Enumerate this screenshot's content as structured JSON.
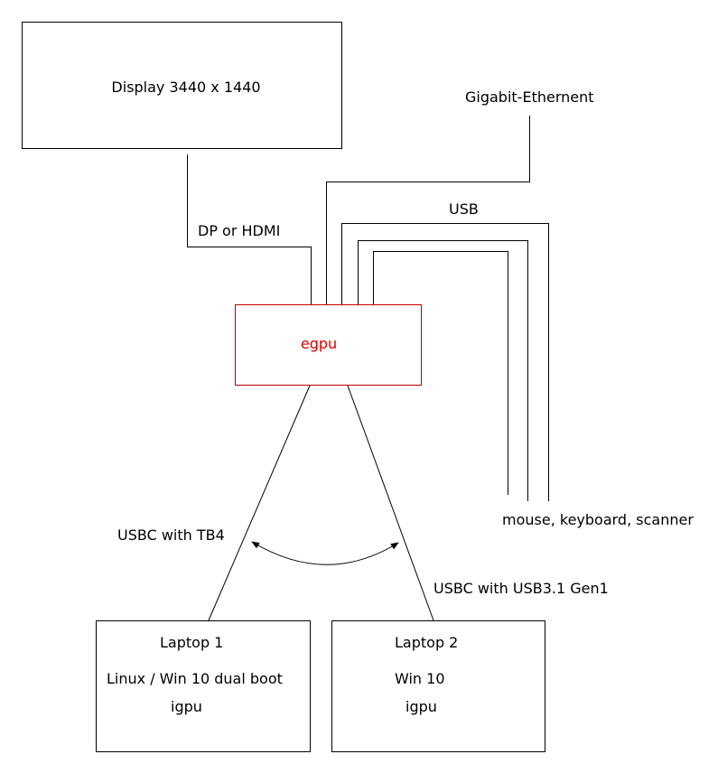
{
  "display": {
    "label": "Display 3440 x 1440"
  },
  "egpu": {
    "label": "egpu",
    "color": "#d40000"
  },
  "connections": {
    "display_link": "DP or HDMI",
    "network": "Gigabit-Ethernent",
    "usb": "USB",
    "peripherals": "mouse, keyboard, scanner",
    "laptop1_link": "USBC with TB4",
    "laptop2_link": "USBC with USB3.1 Gen1"
  },
  "laptops": [
    {
      "title": "Laptop 1",
      "os": "Linux / Win 10 dual boot",
      "gpu": "igpu"
    },
    {
      "title": "Laptop 2",
      "os": "Win 10",
      "gpu": "igpu"
    }
  ]
}
